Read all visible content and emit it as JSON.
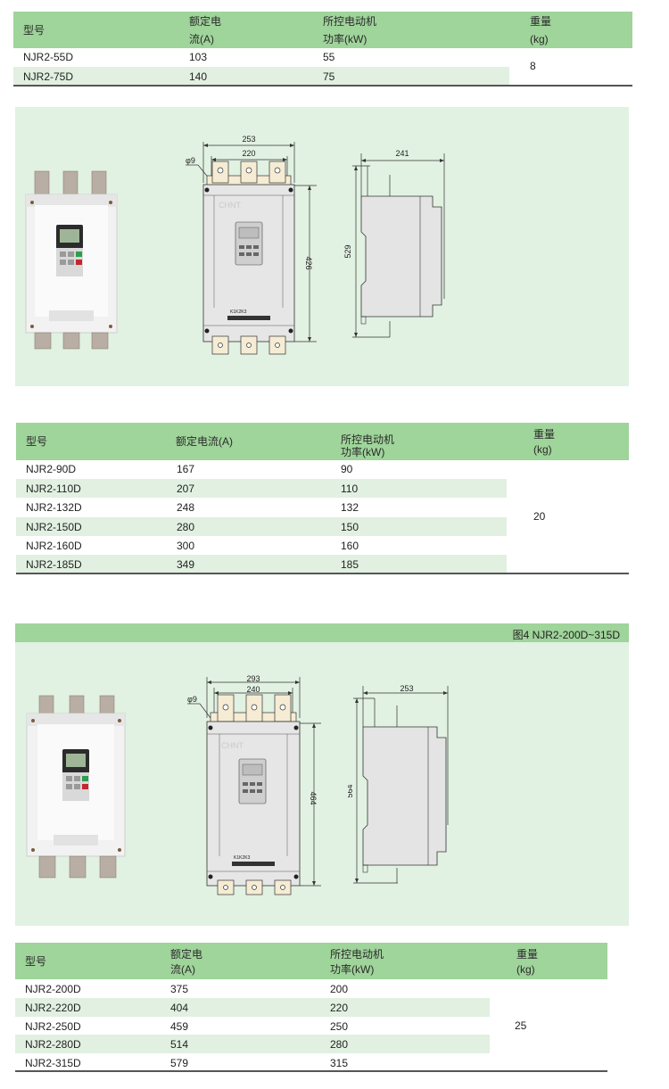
{
  "colors": {
    "header_green": "#9fd49a",
    "stripe_green": "#e1f0e1",
    "panel_green": "#e1f1e2"
  },
  "table1": {
    "headers": {
      "model": "型号",
      "current_l1": "额定电",
      "current_l2": "流(A)",
      "power_l1": "所控电动机",
      "power_l2": "功率(kW)",
      "weight_l1": "重量",
      "weight_l2": "(kg)"
    },
    "rows": [
      {
        "model": "NJR2-55D",
        "current": "103",
        "power": "55"
      },
      {
        "model": "NJR2-75D",
        "current": "140",
        "power": "75"
      }
    ],
    "weight": "8"
  },
  "figure1": {
    "front_width": "253",
    "hole_spacing": "220",
    "hole_dia": "φ9",
    "front_height": "426",
    "side_depth": "241",
    "side_height": "529",
    "brand": "CHNT",
    "terminal_label": "K1K2K3"
  },
  "table2": {
    "headers": {
      "model": "型号",
      "current": "额定电流(A)",
      "power_l1": "所控电动机",
      "power_l2": "功率(kW)",
      "weight_l1": "重量",
      "weight_l2": "(kg)"
    },
    "rows": [
      {
        "model": "NJR2-90D",
        "current": "167",
        "power": "90"
      },
      {
        "model": "NJR2-110D",
        "current": "207",
        "power": "110"
      },
      {
        "model": "NJR2-132D",
        "current": "248",
        "power": "132"
      },
      {
        "model": "NJR2-150D",
        "current": "280",
        "power": "150"
      },
      {
        "model": "NJR2-160D",
        "current": "300",
        "power": "160"
      },
      {
        "model": "NJR2-185D",
        "current": "349",
        "power": "185"
      }
    ],
    "weight": "20"
  },
  "figure2": {
    "caption": "图4 NJR2-200D~315D",
    "front_width": "293",
    "hole_spacing": "240",
    "hole_dia": "φ9",
    "front_height": "464",
    "side_depth": "253",
    "side_height": "564",
    "brand": "CHNT",
    "terminal_label": "K1K2K3"
  },
  "table3": {
    "headers": {
      "model": "型号",
      "current_l1": "额定电",
      "current_l2": "流(A)",
      "power_l1": "所控电动机",
      "power_l2": "功率(kW)",
      "weight_l1": "重量",
      "weight_l2": "(kg)"
    },
    "rows": [
      {
        "model": "NJR2-200D",
        "current": "375",
        "power": "200"
      },
      {
        "model": "NJR2-220D",
        "current": "404",
        "power": "220"
      },
      {
        "model": "NJR2-250D",
        "current": "459",
        "power": "250"
      },
      {
        "model": "NJR2-280D",
        "current": "514",
        "power": "280"
      },
      {
        "model": "NJR2-315D",
        "current": "579",
        "power": "315"
      }
    ],
    "weight": "25"
  }
}
